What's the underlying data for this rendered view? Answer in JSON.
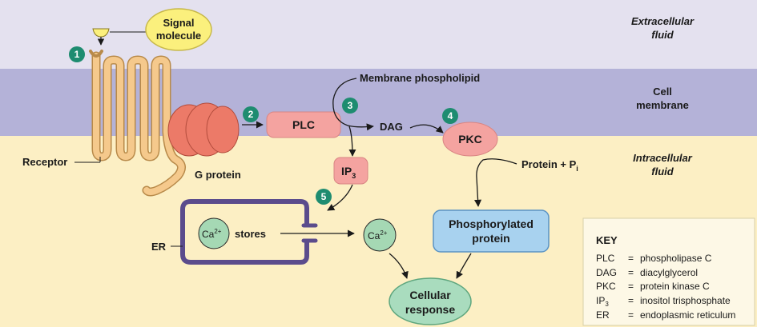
{
  "regions": {
    "extracellular": [
      "Extracellular",
      "fluid"
    ],
    "membrane": [
      "Cell",
      "membrane"
    ],
    "intracellular": [
      "Intracellular",
      "fluid"
    ]
  },
  "signal_molecule": [
    "Signal",
    "molecule"
  ],
  "receptor_label": "Receptor",
  "g_protein_label": "G protein",
  "membrane_phospholipid_label": "Membrane phospholipid",
  "plc_label": "PLC",
  "dag_label": "DAG",
  "pkc_label": "PKC",
  "ip3": {
    "base": "IP",
    "sub": "3"
  },
  "protein_pi": {
    "base": "Protein + P",
    "sub": "i"
  },
  "phosphorylated_protein": [
    "Phosphorylated",
    "protein"
  ],
  "er_label": "ER",
  "ca_stores": {
    "ion": "Ca",
    "charge": "2+",
    "stores": "stores"
  },
  "ca_free": {
    "ion": "Ca",
    "charge": "2+"
  },
  "cellular_response": [
    "Cellular",
    "response"
  ],
  "steps": [
    "1",
    "2",
    "3",
    "4",
    "5"
  ],
  "key": {
    "title": "KEY",
    "rows": [
      {
        "abbr": "PLC",
        "eq": "=",
        "def": "phospholipase C"
      },
      {
        "abbr": "DAG",
        "eq": "=",
        "def": "diacylglycerol"
      },
      {
        "abbr": "PKC",
        "eq": "=",
        "def": "protein kinase C"
      },
      {
        "abbr": "IP",
        "abbr_sub": "3",
        "eq": "=",
        "def": "inositol trisphosphate"
      },
      {
        "abbr": "ER",
        "eq": "=",
        "def": "endoplasmic reticulum"
      }
    ]
  },
  "colors": {
    "extracellular_bg": "#e4e1ef",
    "membrane_bg": "#b4b2d8",
    "intracellular_bg": "#fcefc4",
    "receptor": "#f5c98c",
    "g_protein": "#ec7a68",
    "plc_box": "#f4a3a0",
    "phospho_box": "#a8d2ef",
    "calcium": "#a5d8b4",
    "cellular_response": "#a9dcbe",
    "signal_molecule": "#fbf07d",
    "step_badge": "#1e8c70",
    "er": "#5b4c8c"
  }
}
